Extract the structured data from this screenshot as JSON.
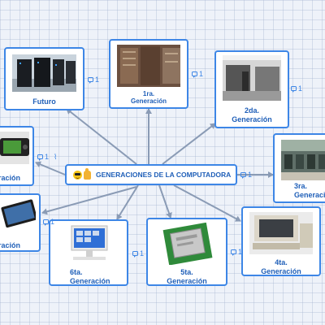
{
  "central": {
    "title": "GENERACIONES DE LA COMPUTADORA",
    "emojis": [
      "cool-face-icon",
      "thumbs-up-icon"
    ]
  },
  "nodes": [
    {
      "id": "futuro",
      "label_lines": [
        "Futuro"
      ],
      "comments": "1"
    },
    {
      "id": "gen1",
      "label_lines": [
        "1ra.",
        "Generación"
      ],
      "comments": "1"
    },
    {
      "id": "gen2",
      "label_lines": [
        "2da.",
        "Generación"
      ],
      "comments": "1"
    },
    {
      "id": "gen3",
      "label_lines": [
        "3ra.",
        "Generación"
      ],
      "comments": "1"
    },
    {
      "id": "gen4",
      "label_lines": [
        "4ta.",
        "Generación"
      ],
      "comments": "1"
    },
    {
      "id": "gen5",
      "label_lines": [
        "5ta.",
        "Generación"
      ],
      "comments": "1"
    },
    {
      "id": "gen6",
      "label_lines": [
        "6ta.",
        "Generación"
      ],
      "comments": "1"
    },
    {
      "id": "gen7",
      "label_lines": [
        "ración"
      ],
      "comments": "1"
    },
    {
      "id": "gen8",
      "label_lines": [
        "ración"
      ],
      "comments": "1"
    }
  ],
  "colors": {
    "accent": "#3d86e6",
    "text": "#1f5fb8",
    "connector": "#8a9bb5",
    "grid": "#eef2f9"
  }
}
